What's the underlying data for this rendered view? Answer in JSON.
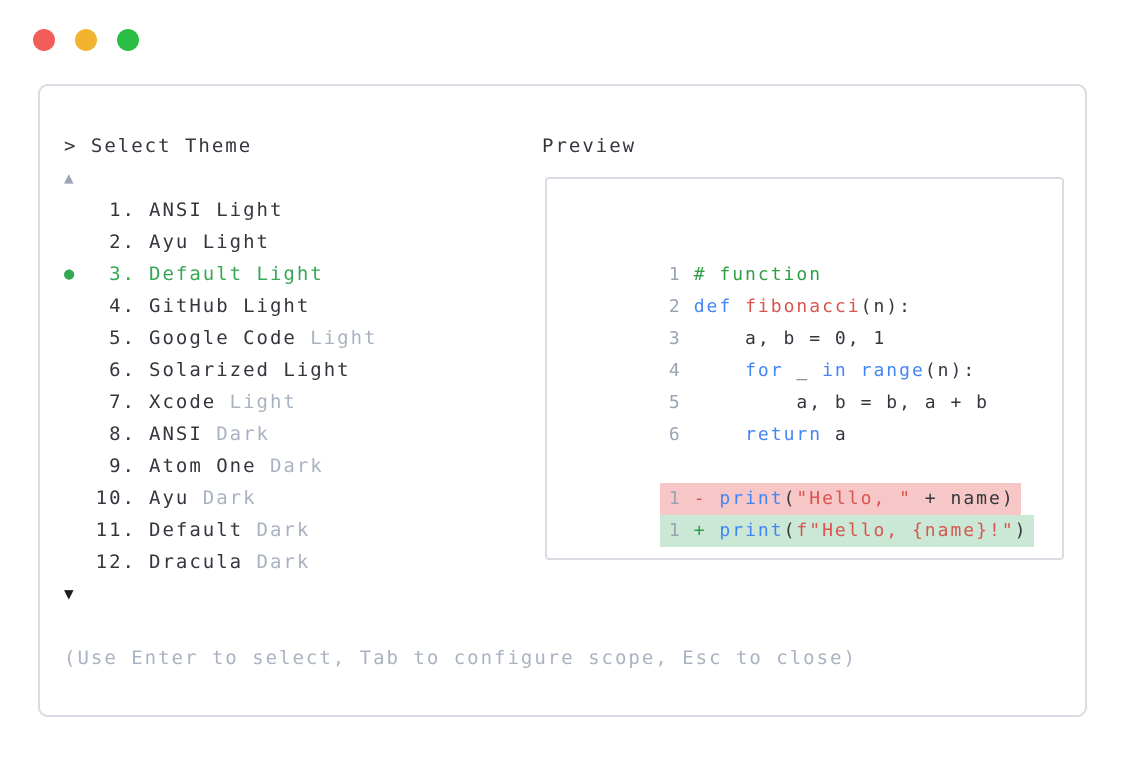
{
  "window": {
    "controls": {
      "close_color": "#f25d58",
      "minimize_color": "#f2b42f",
      "zoom_color": "#2abf44"
    }
  },
  "picker": {
    "prompt": "> Select Theme",
    "scroll_up": "▲",
    "scroll_down": "▼",
    "selected_index": 3,
    "items": [
      {
        "number": "1.",
        "name": "ANSI Light",
        "suffix": "",
        "marker": ""
      },
      {
        "number": "2.",
        "name": "Ayu Light",
        "suffix": "",
        "marker": ""
      },
      {
        "number": "3.",
        "name": "Default Light",
        "suffix": "",
        "marker": "●",
        "selected": true
      },
      {
        "number": "4.",
        "name": "GitHub Light",
        "suffix": "",
        "marker": ""
      },
      {
        "number": "5.",
        "name": "Google Code",
        "suffix": " Light",
        "marker": ""
      },
      {
        "number": "6.",
        "name": "Solarized Light",
        "suffix": "",
        "marker": ""
      },
      {
        "number": "7.",
        "name": "Xcode",
        "suffix": " Light",
        "marker": ""
      },
      {
        "number": "8.",
        "name": "ANSI",
        "suffix": " Dark",
        "marker": ""
      },
      {
        "number": "9.",
        "name": "Atom One",
        "suffix": " Dark",
        "marker": ""
      },
      {
        "number": "10.",
        "name": "Ayu",
        "suffix": " Dark",
        "marker": ""
      },
      {
        "number": "11.",
        "name": "Default",
        "suffix": " Dark",
        "marker": ""
      },
      {
        "number": "12.",
        "name": "Dracula",
        "suffix": " Dark",
        "marker": ""
      }
    ],
    "help": "(Use Enter to select, Tab to configure scope, Esc to close)"
  },
  "preview": {
    "title": "Preview",
    "code": [
      {
        "num": "1",
        "tokens": [
          {
            "t": "# function"
          }
        ]
      },
      {
        "num": "2",
        "tokens": [
          {
            "t": "def"
          },
          {
            "t": " "
          },
          {
            "t": "fibonacci"
          },
          {
            "t": "(n):"
          }
        ]
      },
      {
        "num": "3",
        "tokens": [
          {
            "t": "    a, b = 0, 1"
          }
        ]
      },
      {
        "num": "4",
        "tokens": [
          {
            "t": "    "
          },
          {
            "t": "for"
          },
          {
            "t": " _ "
          },
          {
            "t": "in"
          },
          {
            "t": " "
          },
          {
            "t": "range"
          },
          {
            "t": "(n):"
          }
        ]
      },
      {
        "num": "5",
        "tokens": [
          {
            "t": "        a, b = b, a + b"
          }
        ]
      },
      {
        "num": "6",
        "tokens": [
          {
            "t": "    "
          },
          {
            "t": "return"
          },
          {
            "t": " a"
          }
        ]
      }
    ],
    "diff": [
      {
        "num": "1",
        "tokens": [
          {
            "t": "- "
          },
          {
            "t": "print"
          },
          {
            "t": "("
          },
          {
            "t": "\"Hello, \""
          },
          {
            "t": " + name)"
          }
        ]
      },
      {
        "num": "1",
        "tokens": [
          {
            "t": "+ "
          },
          {
            "t": "print"
          },
          {
            "t": "("
          },
          {
            "t": "f\"Hello, {name}!\""
          },
          {
            "t": ")"
          }
        ]
      }
    ]
  },
  "colors": {
    "selected_green": "#34a853",
    "keyword_blue": "#4285f4",
    "string_red": "#d9534f",
    "comment_green": "#2f9e44",
    "removed_bg": "#f7c7c7",
    "added_bg": "#cae8d5",
    "muted_gray": "#a9b2c1",
    "line_number_gray": "#9aa3b2",
    "panel_border": "#d9dde3"
  }
}
